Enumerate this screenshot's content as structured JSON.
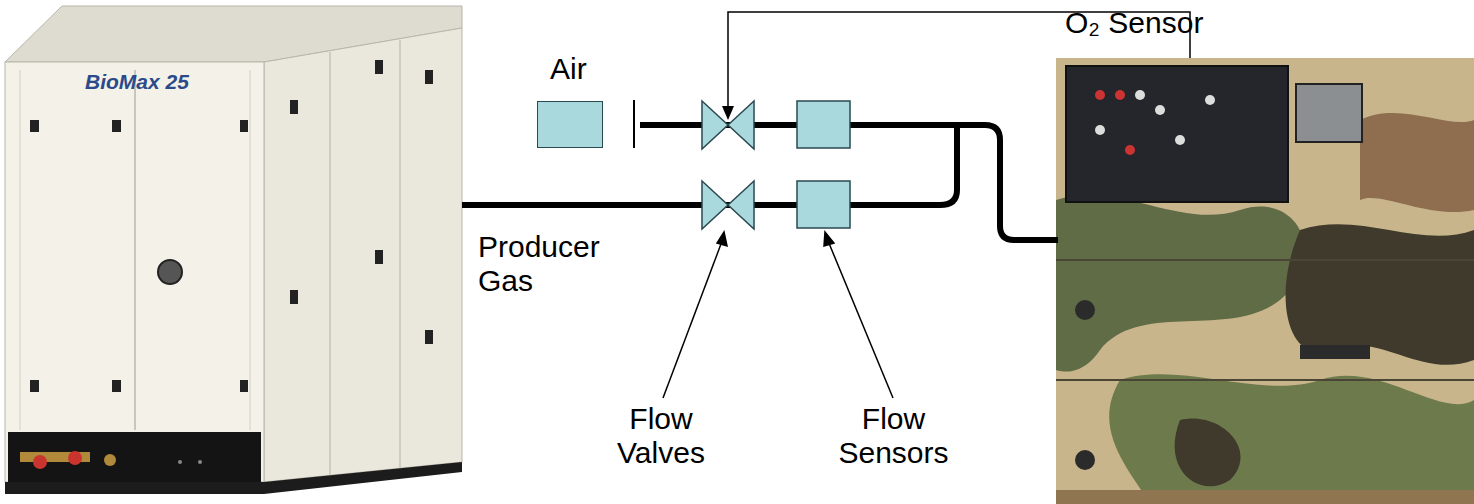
{
  "diagram": {
    "nodes": [
      {
        "text": [
          "BioMax 25"
        ]
      },
      {
        "text": [
          "Air"
        ]
      }
    ],
    "labels": [
      "O₂ Sensor",
      "Producer Gas",
      "Flow Valves",
      "Flow Sensors"
    ]
  }
}
